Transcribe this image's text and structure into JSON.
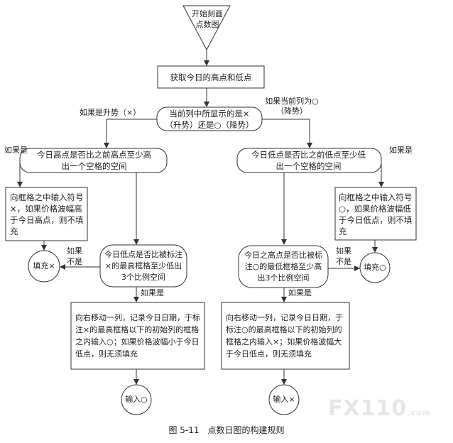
{
  "nodes": {
    "start": "开始刻画点数图",
    "get_high_low": "获取今日的高点和低点",
    "current_column": "当前列中所显示的是×（升势）还是○（降势）",
    "up_check": "今日高点是否比之前高点至少高出一个空格的空间",
    "down_check": "今日低点是否比之前低点至少低出一个空格的空间",
    "up_fill_box": "向框格之中输入符号×，如果价格波幅高于今日高点，则不填充",
    "down_fill_box": "向框格之中输入符号○，如果价格波幅低于今日低点，则不填充",
    "fill_x": "填充×",
    "fill_o": "填充○",
    "up_reversal_check": "今日低点是否比被标注×的最高框格至少低出3个比例空间",
    "down_reversal_check": "今日之高点是否比被标注○的最低框格至少高出3个比例空间",
    "up_move_right": "向右移动一列，记录今日日期，于标注×的最高框格以下的初始列的框格之内输入○；如果价格波幅小于今日低点，则无须填充",
    "down_move_right": "向右移动一列，记录今日日期，于标注○的最高框格以下的初始列的框格之内输入×；如果价格波幅大于今日低点，则无须填充",
    "input_o": "输入○",
    "input_x": "输入×"
  },
  "labels": {
    "if_up": "如果是升势（×）",
    "if_down": "如果当前列为○（降势）",
    "if_yes_left": "如果是",
    "if_yes_right": "如果是",
    "if_no_left": "如果不是",
    "if_no_right": "如果不是",
    "if_yes_left_bottom": "如果是",
    "if_yes_right_bottom": "如果是"
  },
  "watermark": {
    "main": "FX110",
    "suffix": ".com"
  },
  "caption": "图 5-11　点数日图的构建规则"
}
